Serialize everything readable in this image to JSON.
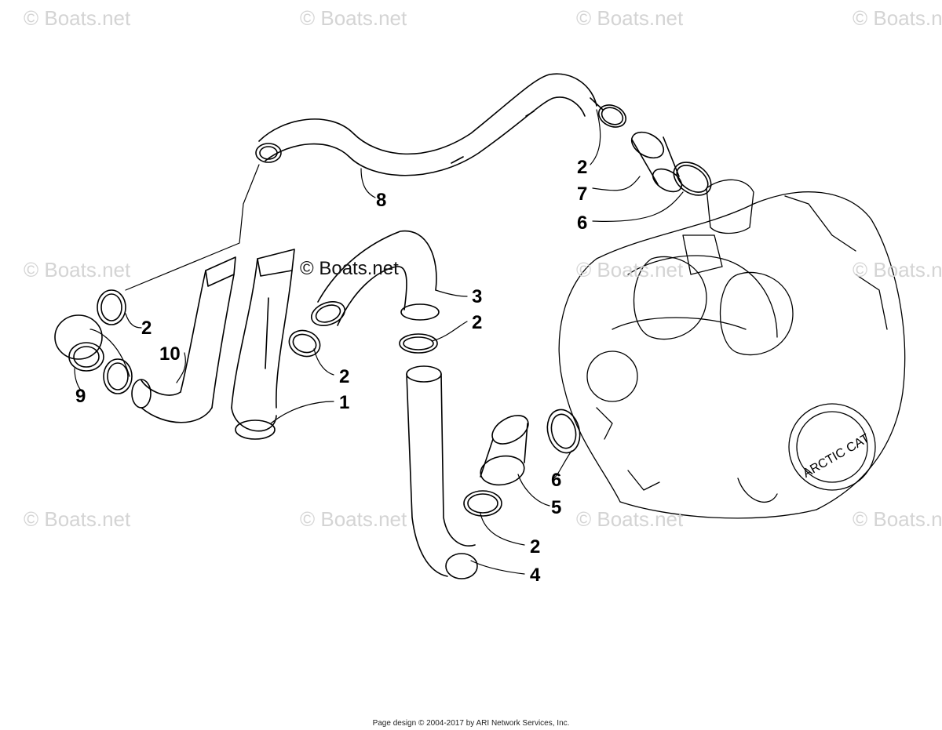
{
  "watermark": "© Boats.net",
  "center_watermark": "© Boats.net",
  "footer": "Page design © 2004-2017 by ARI Network Services, Inc.",
  "callouts": {
    "c8": "8",
    "c2a": "2",
    "c7": "7",
    "c6a": "6",
    "c3": "3",
    "c2b": "2",
    "c2c": "2",
    "c10": "10",
    "c2d": "2",
    "c1": "1",
    "c9": "9",
    "c6b": "6",
    "c5": "5",
    "c2e": "2",
    "c4": "4"
  }
}
